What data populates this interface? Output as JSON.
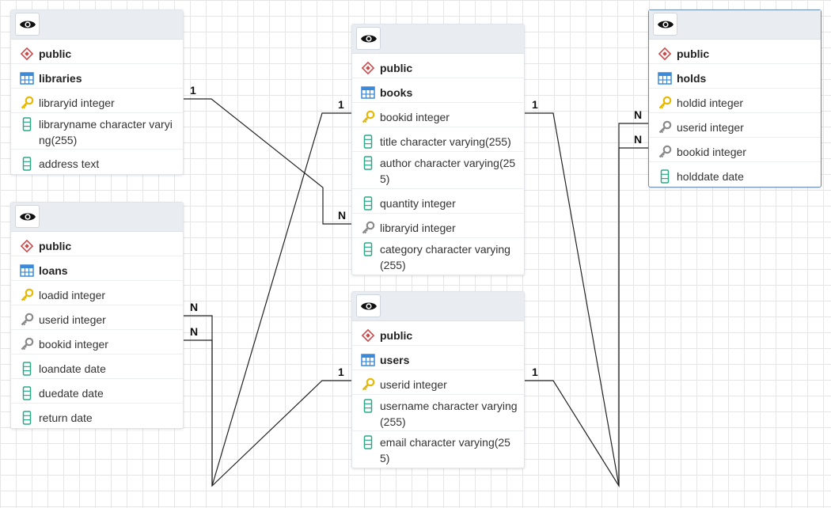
{
  "tables": [
    {
      "id": "libraries",
      "schema": "public",
      "name": "libraries",
      "columns": [
        {
          "label": "libraryid integer",
          "kind": "pk"
        },
        {
          "label": "libraryname character varying(255)",
          "kind": "col"
        },
        {
          "label": "address text",
          "kind": "col"
        }
      ]
    },
    {
      "id": "loans",
      "schema": "public",
      "name": "loans",
      "columns": [
        {
          "label": "loadid integer",
          "kind": "pk"
        },
        {
          "label": "userid integer",
          "kind": "fk"
        },
        {
          "label": "bookid integer",
          "kind": "fk"
        },
        {
          "label": "loandate date",
          "kind": "col"
        },
        {
          "label": "duedate date",
          "kind": "col"
        },
        {
          "label": "return date",
          "kind": "col"
        }
      ]
    },
    {
      "id": "books",
      "schema": "public",
      "name": "books",
      "columns": [
        {
          "label": "bookid integer",
          "kind": "pk"
        },
        {
          "label": "title character varying(255)",
          "kind": "col"
        },
        {
          "label": "author character varying(255)",
          "kind": "col"
        },
        {
          "label": "quantity integer",
          "kind": "col"
        },
        {
          "label": "libraryid integer",
          "kind": "fk"
        },
        {
          "label": "category character varying (255)",
          "kind": "col"
        }
      ]
    },
    {
      "id": "users",
      "schema": "public",
      "name": "users",
      "columns": [
        {
          "label": "userid integer",
          "kind": "pk"
        },
        {
          "label": "username character varying(255)",
          "kind": "col"
        },
        {
          "label": "email character varying(255)",
          "kind": "col"
        }
      ]
    },
    {
      "id": "holds",
      "schema": "public",
      "name": "holds",
      "columns": [
        {
          "label": "holdid integer",
          "kind": "pk"
        },
        {
          "label": "userid integer",
          "kind": "fk"
        },
        {
          "label": "bookid integer",
          "kind": "fk"
        },
        {
          "label": "holddate date",
          "kind": "col"
        }
      ]
    }
  ],
  "relationships": [
    {
      "from": "libraries.libraryid",
      "to": "books.libraryid",
      "from_card": "1",
      "to_card": "N"
    },
    {
      "from": "books.bookid",
      "to": "loans.bookid",
      "from_card": "1",
      "to_card": "N"
    },
    {
      "from": "users.userid",
      "to": "loans.userid",
      "from_card": "1",
      "to_card": "N"
    },
    {
      "from": "books.bookid",
      "to": "holds.bookid",
      "from_card": "1",
      "to_card": "N"
    },
    {
      "from": "users.userid",
      "to": "holds.userid",
      "from_card": "1",
      "to_card": "N"
    }
  ],
  "colors": {
    "primary_key": "#e6b800",
    "foreign_key": "#8a8a8a",
    "column": "#2aa889",
    "table_icon": "#3b8ad9",
    "schema_icon": "#c94a4a",
    "selected_border": "#6a8bb5"
  }
}
